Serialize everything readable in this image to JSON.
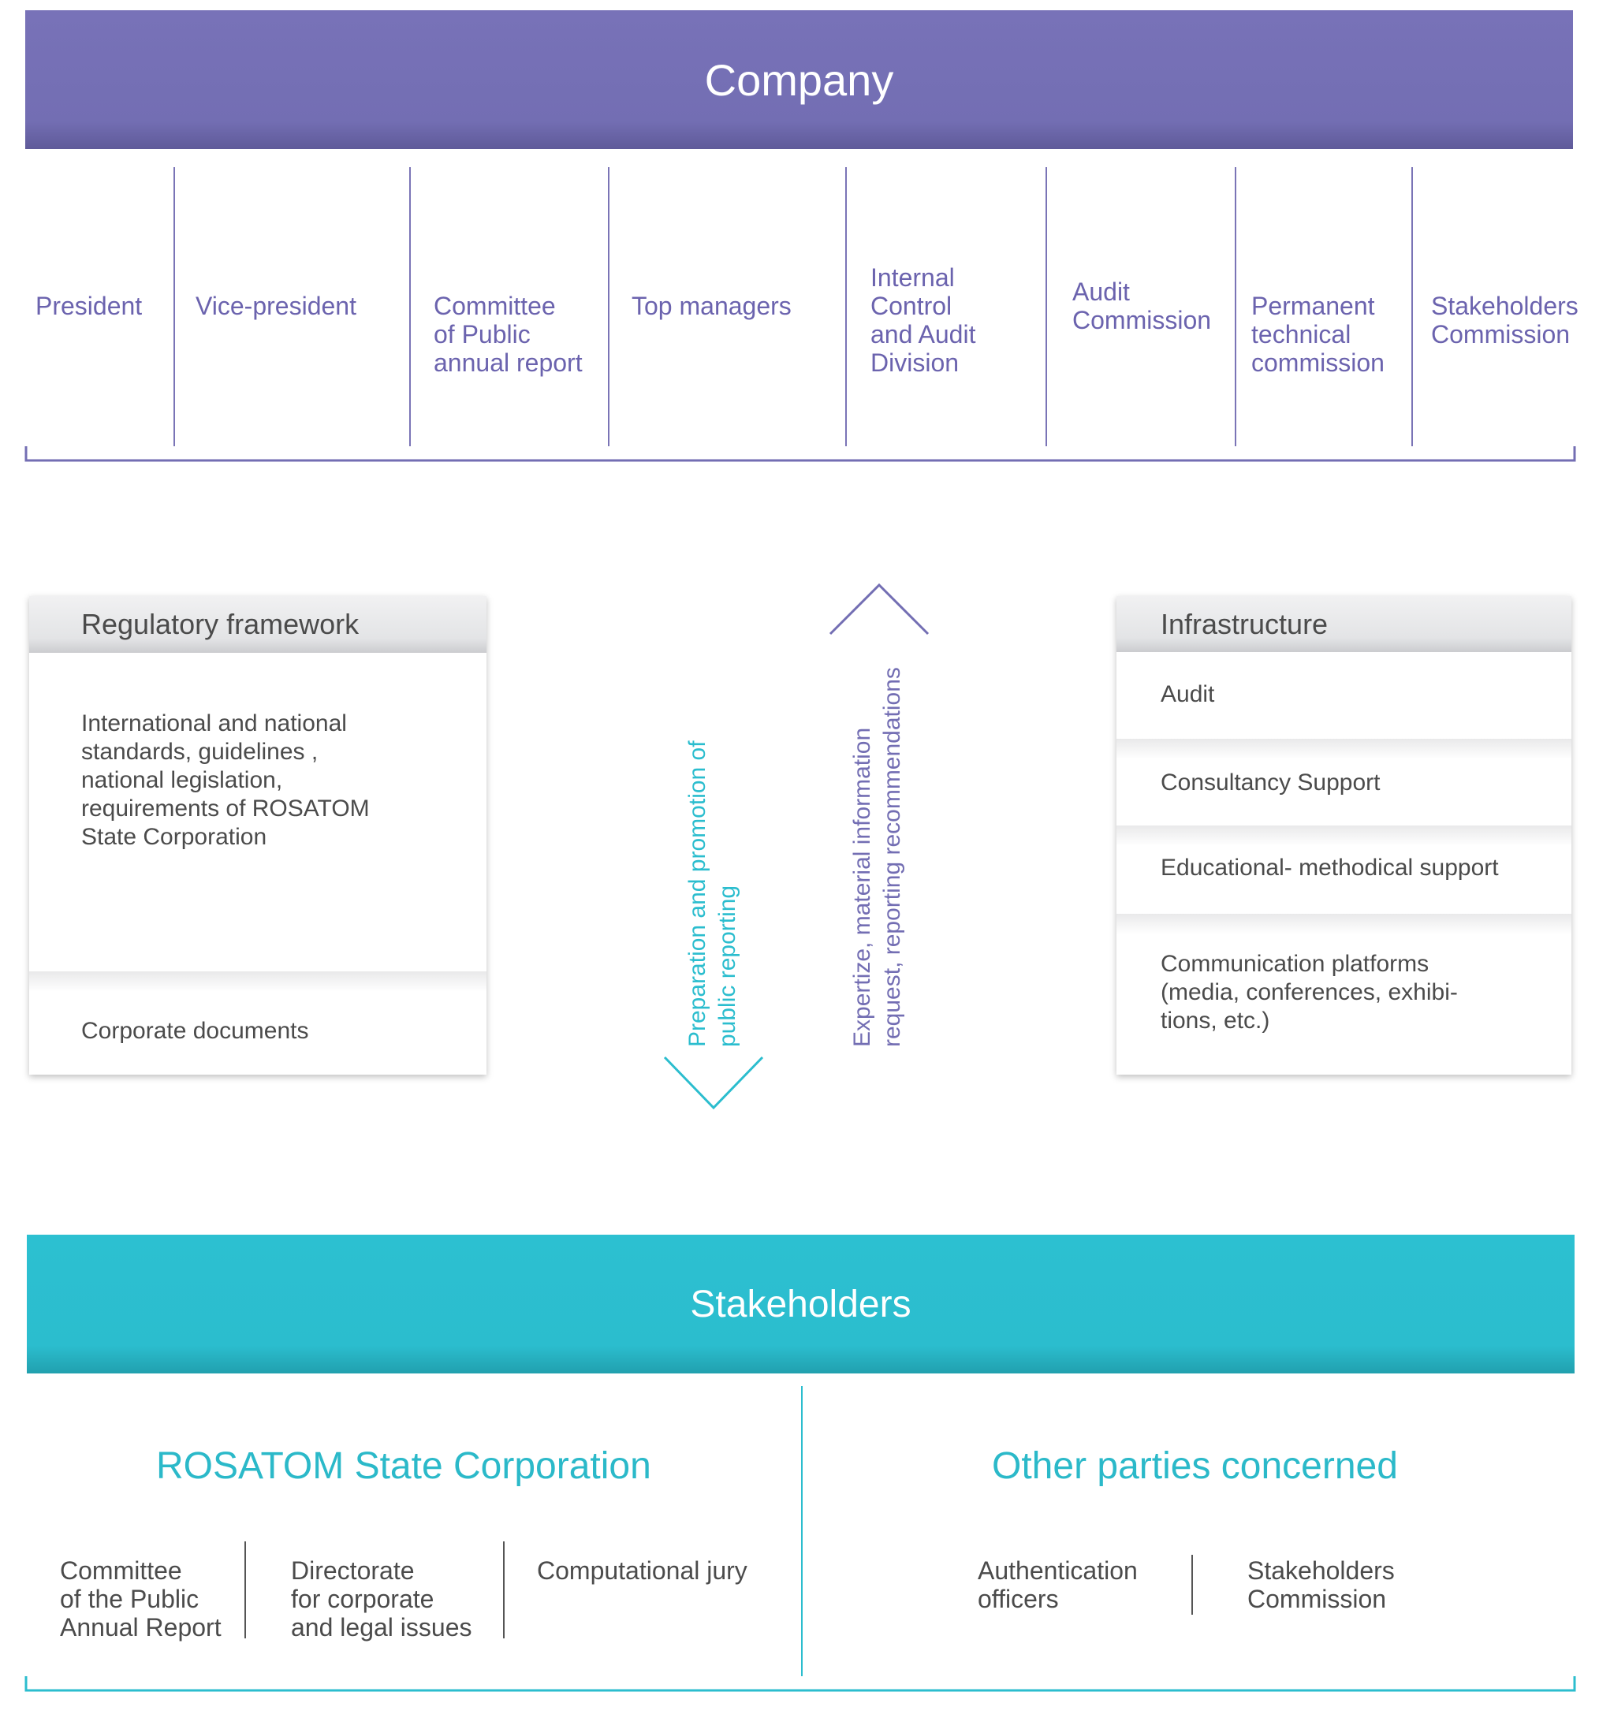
{
  "company": {
    "title": "Company",
    "units": [
      "President",
      "Vice-president",
      "Committee\nof Public\nannual report",
      "Top managers",
      "Internal\nControl\nand Audit\nDivision",
      "Audit\nCommission",
      "Permanent\ntechnical\ncommission",
      "Stakeholders\nCommission"
    ]
  },
  "regulatory": {
    "title": "Regulatory framework",
    "body": "International and national\nstandards, guidelines ,\nnational legislation,\nrequirements of ROSATOM\nState Corporation",
    "footer": "Corporate documents"
  },
  "flows": {
    "down_label": "Preparation and promotion of\npublic reporting",
    "up_label": "Expertize, material information\nrequest, reporting recommendations"
  },
  "infrastructure": {
    "title": "Infrastructure",
    "items": [
      "Audit",
      "Consultancy Support",
      "Educational- methodical support",
      "Communication platforms\n(media, conferences, exhibi-\ntions, etc.)"
    ]
  },
  "stakeholders": {
    "title": "Stakeholders",
    "rosatom": {
      "title": "ROSATOM State Corporation",
      "items": [
        "Committee\nof the Public\nAnnual Report",
        "Directorate\nfor corporate\nand legal issues",
        "Computational jury"
      ]
    },
    "other": {
      "title": "Other parties concerned",
      "items": [
        "Authentication\nofficers",
        "Stakeholders\nCommission"
      ]
    }
  },
  "colors": {
    "purple": "#736eb3",
    "teal": "#2bbdce",
    "text_gray": "#4b4b4b"
  }
}
